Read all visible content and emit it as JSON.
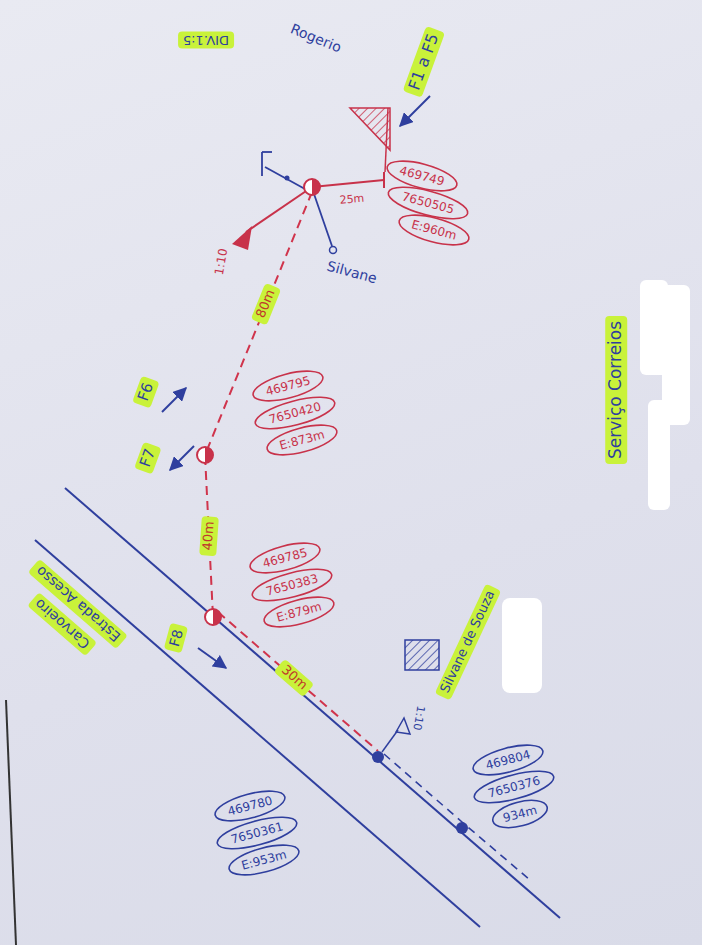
{
  "diagram": {
    "nodes": [
      {
        "text": [
          "469749"
        ]
      },
      {
        "text": [
          "7650505"
        ]
      },
      {
        "text": [
          "E:960m"
        ]
      },
      {
        "text": [
          "469795"
        ]
      },
      {
        "text": [
          "7650420"
        ]
      },
      {
        "text": [
          "E:873m"
        ]
      },
      {
        "text": [
          "469785"
        ]
      },
      {
        "text": [
          "7650383"
        ]
      },
      {
        "text": [
          "E:879m"
        ]
      },
      {
        "text": [
          "469780"
        ]
      },
      {
        "text": [
          "7650361"
        ]
      },
      {
        "text": [
          "E:953m"
        ]
      },
      {
        "text": [
          "469804"
        ]
      },
      {
        "text": [
          "7650376"
        ]
      },
      {
        "text": [
          "934m"
        ]
      }
    ],
    "labels": [
      "F1 a F5",
      "Rogerio",
      "DIV.1:5",
      "25m",
      "1:10",
      "Silvane",
      "80m",
      "F6",
      "F7",
      "40m",
      "F8",
      "Estrada Acesso",
      "Carvoeiro",
      "30m",
      "Silvane de Souza",
      "1:10",
      "Serviço Correios"
    ]
  }
}
